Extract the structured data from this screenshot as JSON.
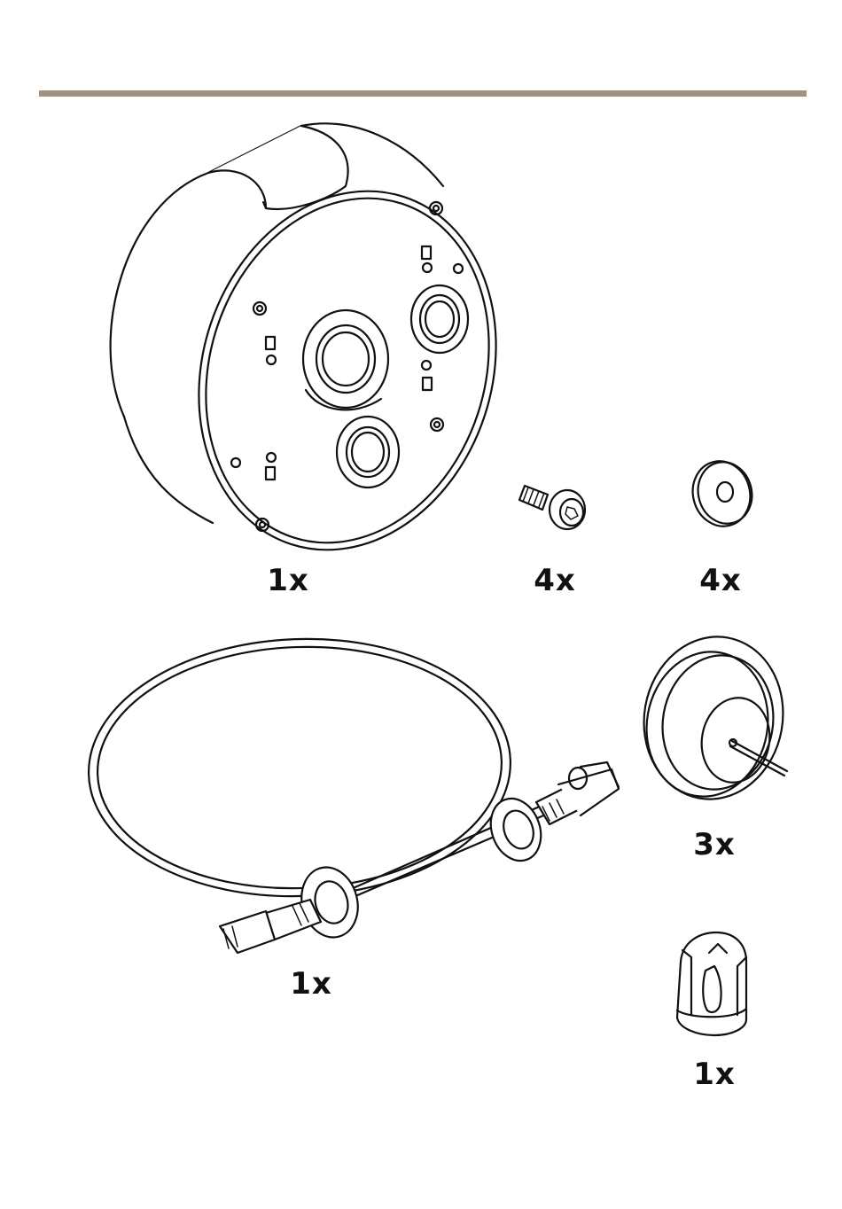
{
  "colors": {
    "rule": "#a1917f",
    "line": "#111111"
  },
  "parts": [
    {
      "id": "junction-box",
      "quantity": "1x"
    },
    {
      "id": "screw",
      "quantity": "4x"
    },
    {
      "id": "washer",
      "quantity": "4x"
    },
    {
      "id": "network-cable",
      "quantity": "1x"
    },
    {
      "id": "cable-gasket",
      "quantity": "3x"
    },
    {
      "id": "bit-tool",
      "quantity": "1x"
    }
  ]
}
